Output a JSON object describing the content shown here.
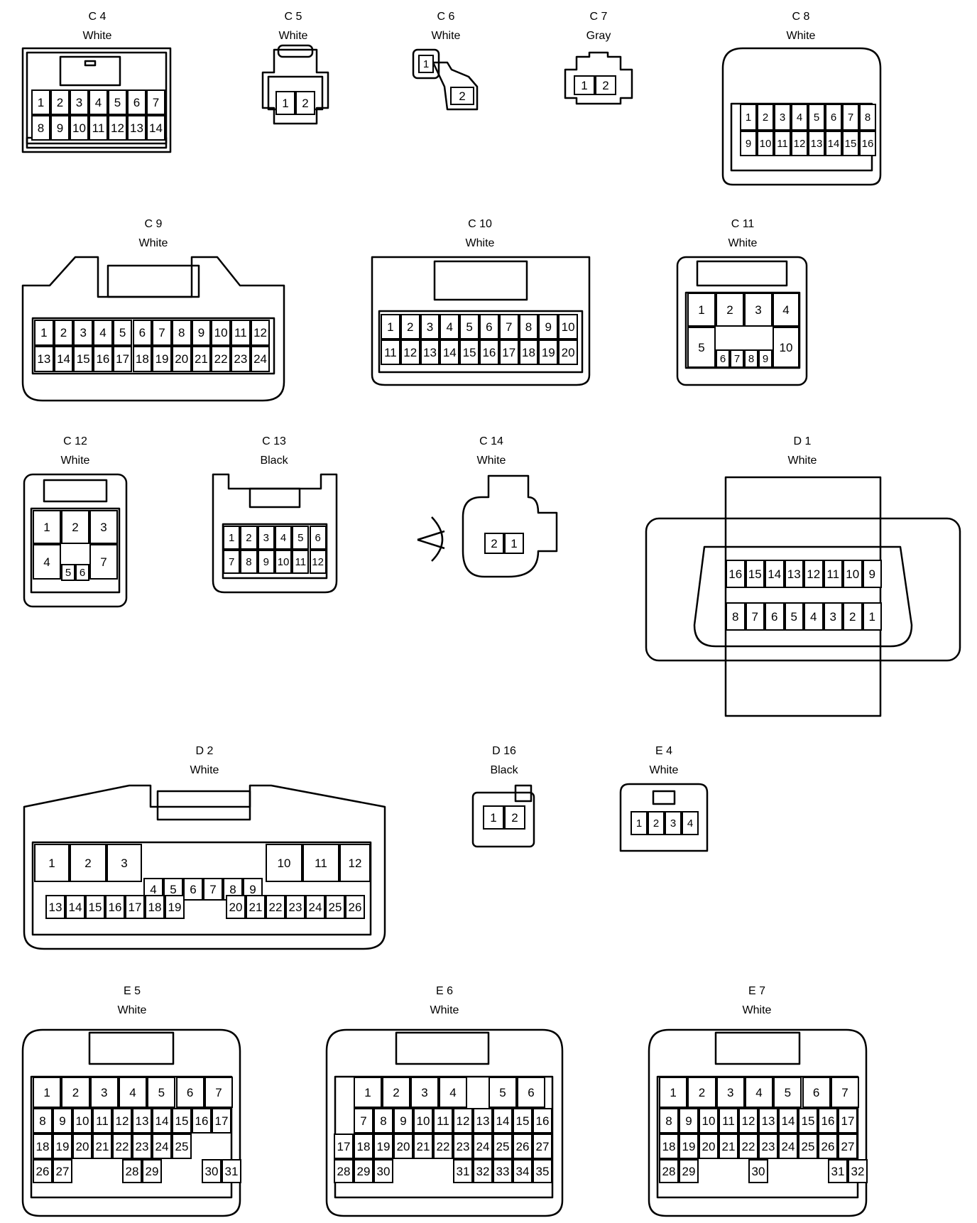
{
  "connectors": [
    {
      "id": "c4",
      "code": "C 4",
      "color": "White"
    },
    {
      "id": "c5",
      "code": "C 5",
      "color": "White"
    },
    {
      "id": "c6",
      "code": "C 6",
      "color": "White"
    },
    {
      "id": "c7",
      "code": "C 7",
      "color": "Gray"
    },
    {
      "id": "c8",
      "code": "C 8",
      "color": "White"
    },
    {
      "id": "c9",
      "code": "C 9",
      "color": "White"
    },
    {
      "id": "c10",
      "code": "C 10",
      "color": "White"
    },
    {
      "id": "c11",
      "code": "C 11",
      "color": "White"
    },
    {
      "id": "c12",
      "code": "C 12",
      "color": "White"
    },
    {
      "id": "c13",
      "code": "C 13",
      "color": "Black"
    },
    {
      "id": "c14",
      "code": "C 14",
      "color": "White"
    },
    {
      "id": "d1",
      "code": "D 1",
      "color": "White"
    },
    {
      "id": "d2",
      "code": "D 2",
      "color": "White"
    },
    {
      "id": "d16",
      "code": "D 16",
      "color": "Black"
    },
    {
      "id": "e4",
      "code": "E 4",
      "color": "White"
    },
    {
      "id": "e5",
      "code": "E 5",
      "color": "White"
    },
    {
      "id": "e6",
      "code": "E 6",
      "color": "White"
    },
    {
      "id": "e7",
      "code": "E 7",
      "color": "White"
    }
  ]
}
